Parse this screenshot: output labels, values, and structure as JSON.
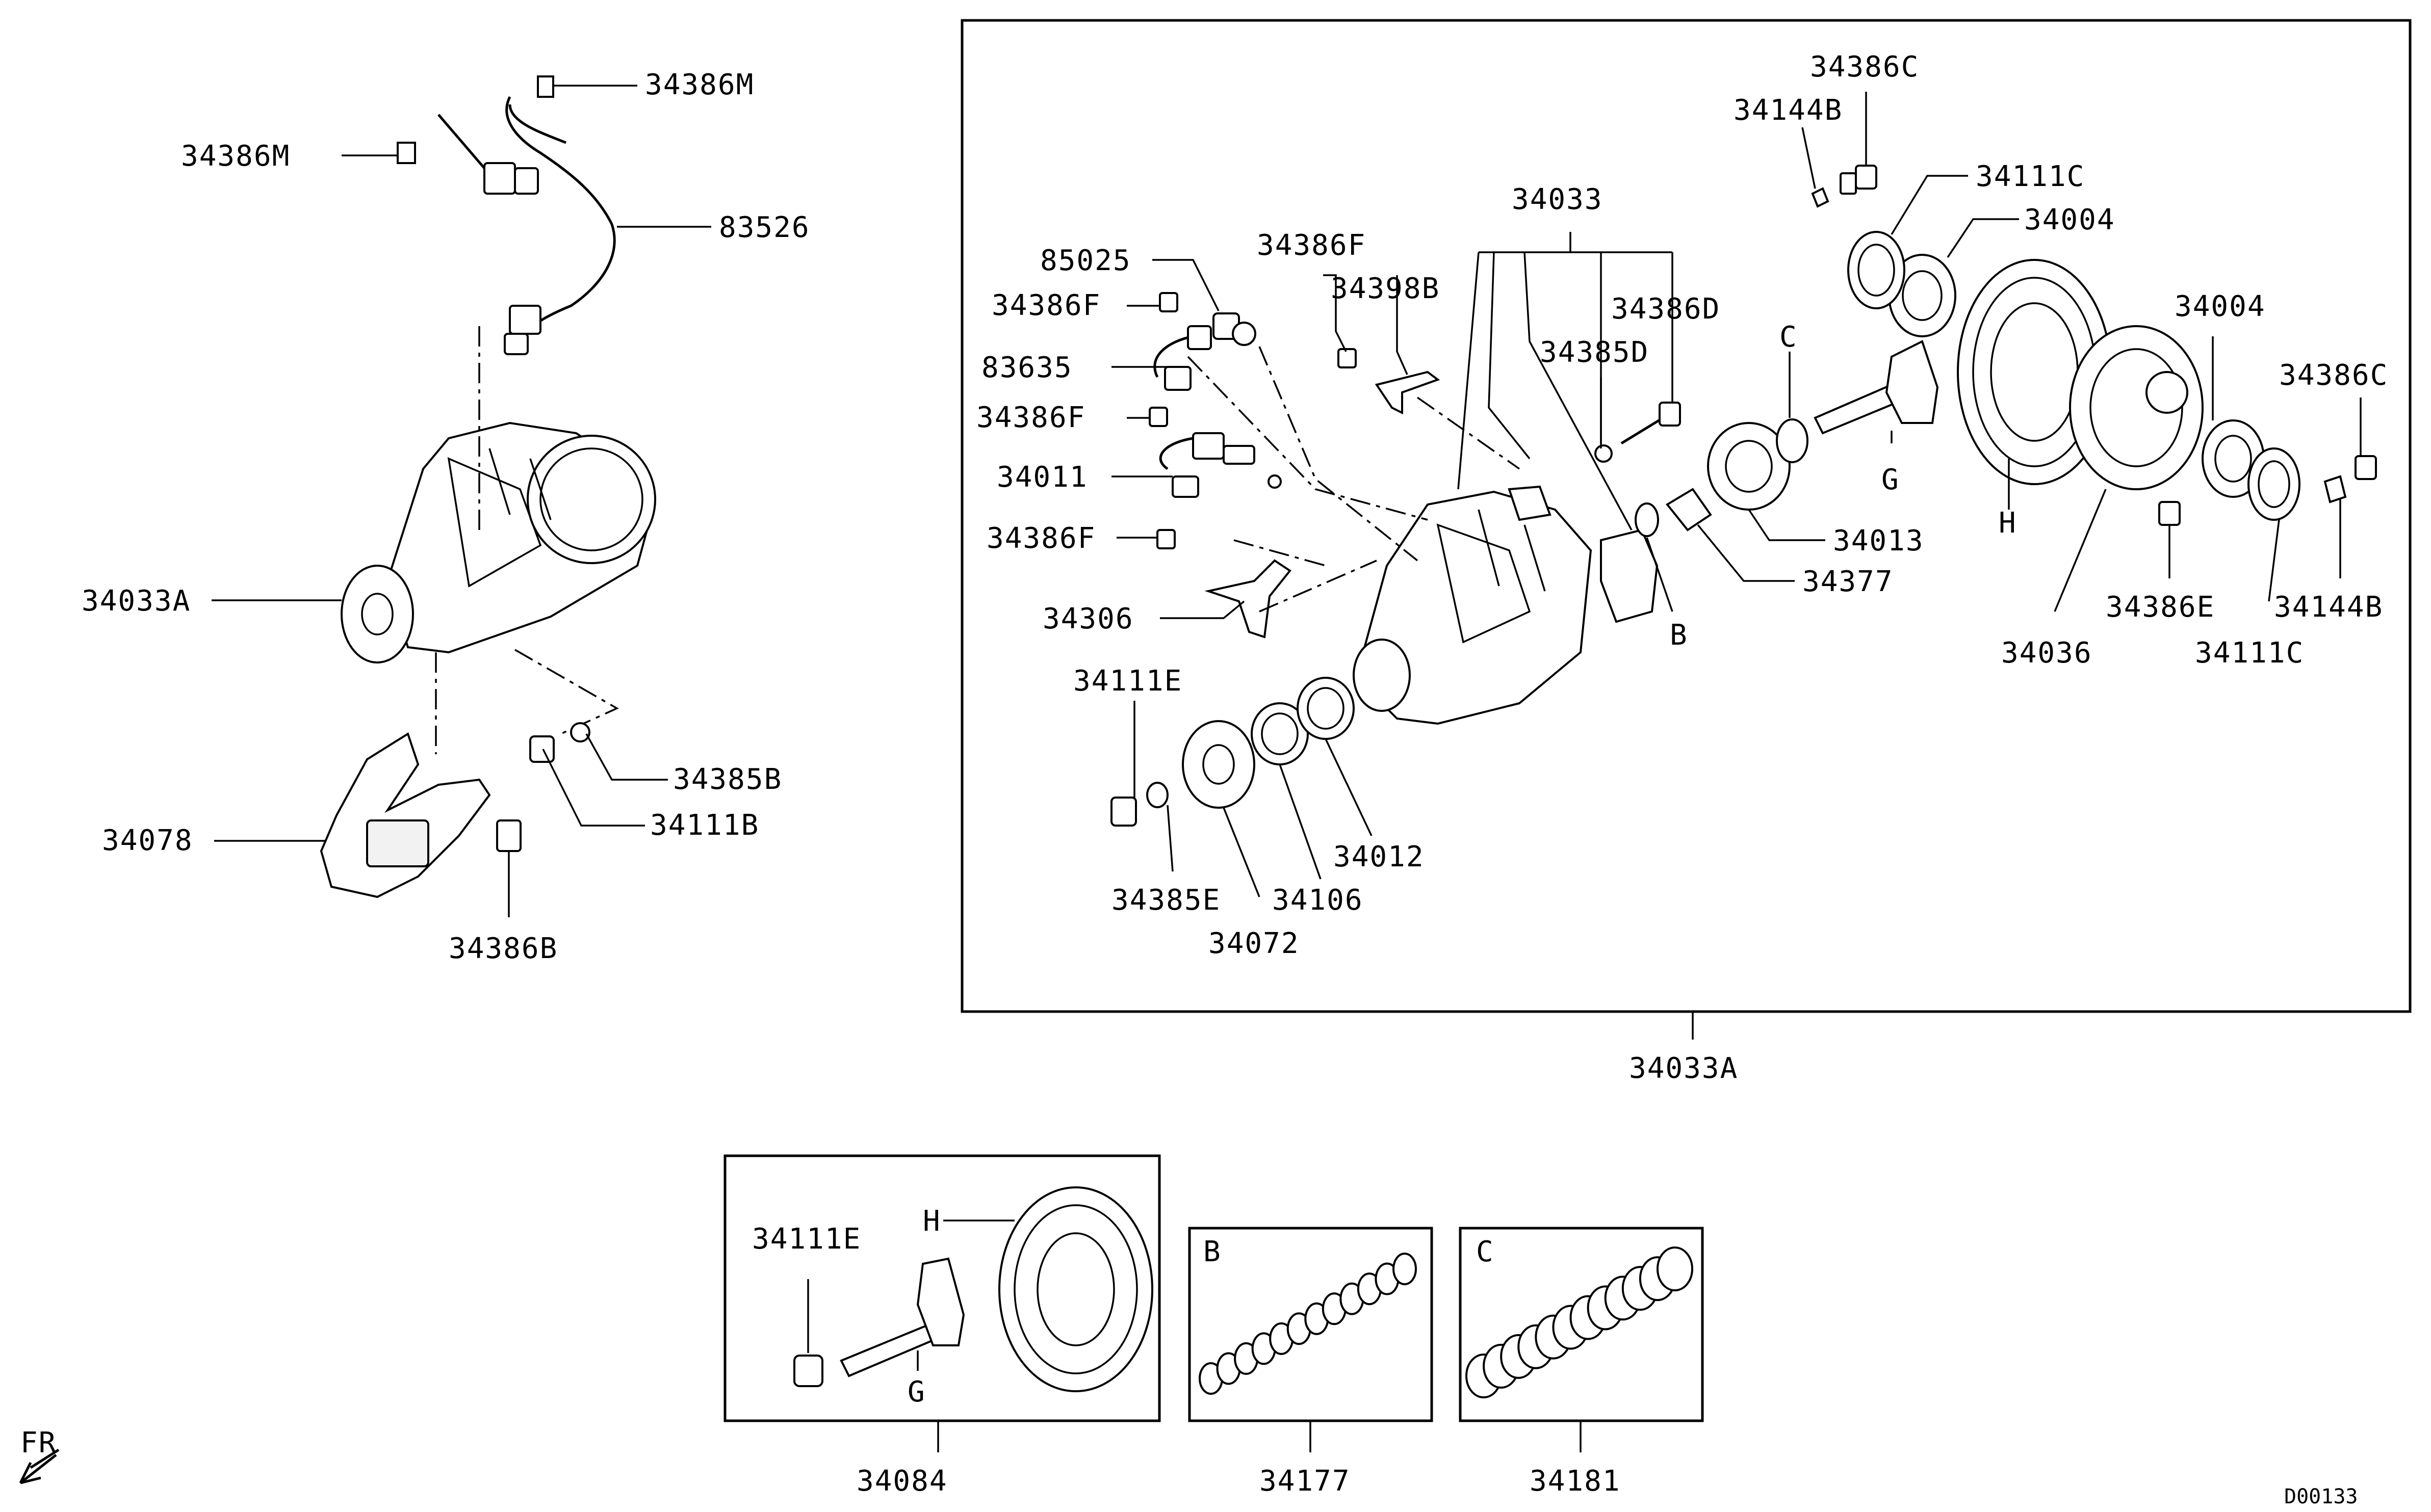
{
  "diagram": {
    "labels": {
      "l_34386M_top": "34386M",
      "l_34386M_left": "34386M",
      "l_83526": "83526",
      "l_34033A_left": "34033A",
      "l_34385B": "34385B",
      "l_34111B": "34111B",
      "l_34078": "34078",
      "l_34386B": "34386B",
      "l_85025": "85025",
      "l_34386F_1": "34386F",
      "l_34386F_2": "34386F",
      "l_34386F_3": "34386F",
      "l_34386F_4": "34386F",
      "l_83635": "83635",
      "l_34011": "34011",
      "l_34306": "34306",
      "l_34398B": "34398B",
      "l_34033": "34033",
      "l_34385D": "34385D",
      "l_34386D": "34386D",
      "l_34386C_top": "34386C",
      "l_34144B_top": "34144B",
      "l_34111C_top": "34111C",
      "l_34004_top": "34004",
      "l_34004_right": "34004",
      "l_34386C_right": "34386C",
      "l_C_ref": "C",
      "l_G_ref": "G",
      "l_H_ref": "H",
      "l_B_ref": "B",
      "l_34013": "34013",
      "l_34377": "34377",
      "l_34036": "34036",
      "l_34386E": "34386E",
      "l_34144B_right": "34144B",
      "l_34111C_right": "34111C",
      "l_34111E": "34111E",
      "l_34385E": "34385E",
      "l_34072": "34072",
      "l_34106": "34106",
      "l_34012": "34012",
      "l_34033A_bottom": "34033A",
      "l_34111E_kit": "34111E",
      "l_H_kit": "H",
      "l_G_kit": "G",
      "l_34084": "34084",
      "l_B_kit": "B",
      "l_34177": "34177",
      "l_C_kit": "C",
      "l_34181": "34181",
      "l_FR": "FR",
      "l_code": "D00133"
    }
  }
}
